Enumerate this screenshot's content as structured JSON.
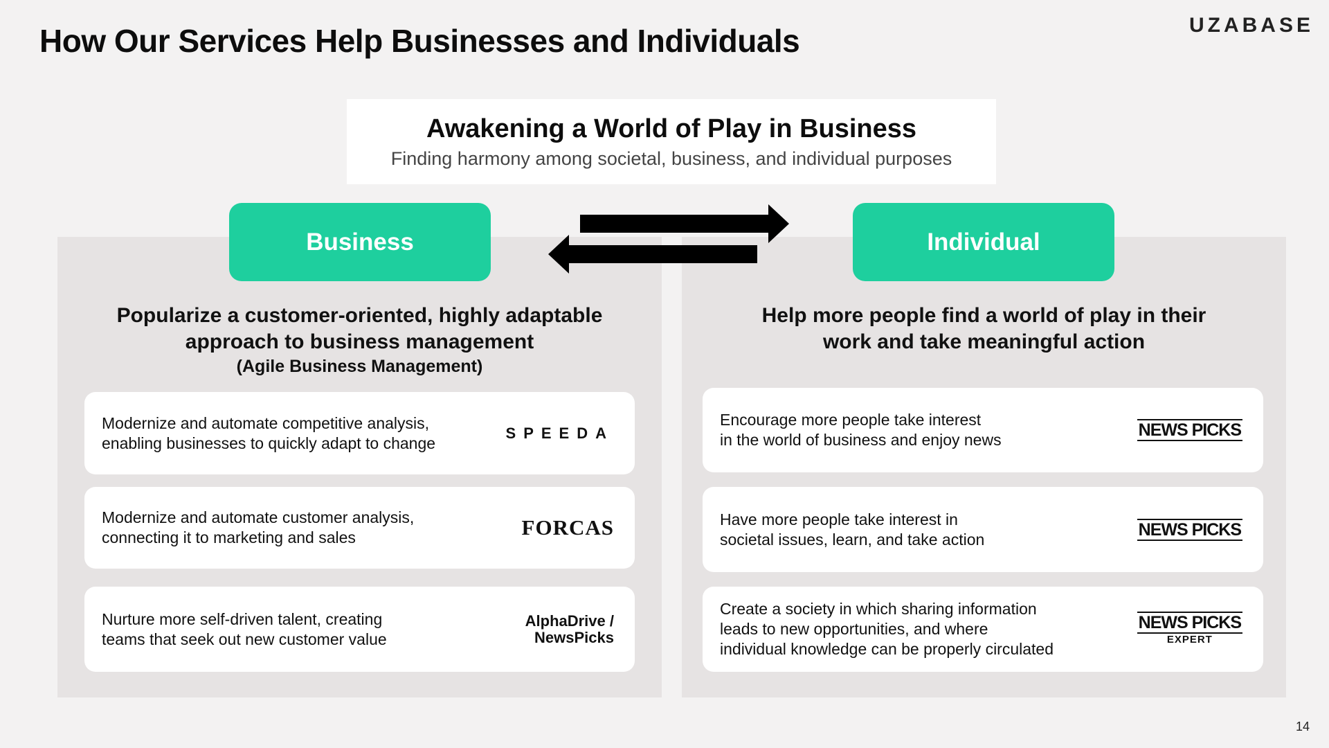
{
  "header": {
    "title": "How Our Services Help Businesses and Individuals",
    "brand": "UZABASE"
  },
  "banner": {
    "title": "Awakening a World of Play in Business",
    "subtitle": "Finding harmony among societal, business, and individual purposes"
  },
  "business": {
    "label": "Business",
    "mission_line1": "Popularize a customer-oriented, highly adaptable",
    "mission_line2": "approach to business management",
    "mission_note": "(Agile Business Management)",
    "cards": [
      {
        "line1": "Modernize and automate competitive analysis,",
        "line2": "enabling businesses to quickly adapt to change",
        "logo": "SPEEDA"
      },
      {
        "line1": "Modernize and automate customer analysis,",
        "line2": "connecting it to marketing and sales",
        "logo": "FORCAS"
      },
      {
        "line1": "Nurture more self-driven talent, creating",
        "line2": "teams that seek out new customer value",
        "logo_line1": "AlphaDrive /",
        "logo_line2": "NewsPicks"
      }
    ]
  },
  "individual": {
    "label": "Individual",
    "mission_line1": "Help more people find a world of play in their",
    "mission_line2": "work and take meaningful action",
    "cards": [
      {
        "line1": "Encourage more people take interest",
        "line2": "in the world of business and enjoy news",
        "logo": "NEWS PICKS"
      },
      {
        "line1": "Have more people take interest in",
        "line2": "societal issues, learn, and take action",
        "logo": "NEWS PICKS"
      },
      {
        "line1": "Create a society in which sharing information",
        "line2": "leads to new opportunities, and where",
        "line3": "individual knowledge can be properly circulated",
        "logo": "NEWS PICKS",
        "logo_sub": "EXPERT"
      }
    ]
  },
  "footer": {
    "page_number": "14"
  },
  "colors": {
    "accent": "#1ecf9e",
    "panel": "#e6e3e3",
    "background": "#f3f2f2"
  }
}
